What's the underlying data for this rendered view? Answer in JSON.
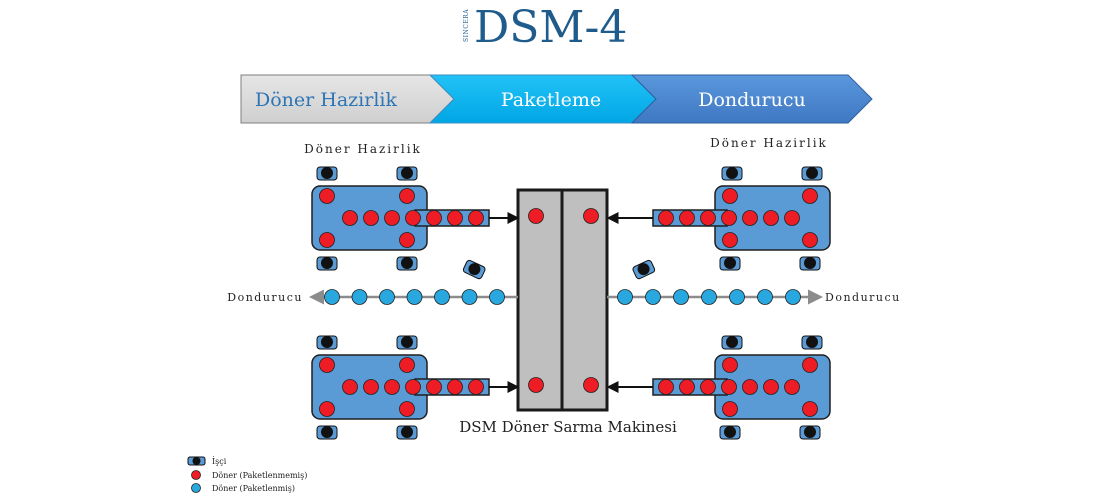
{
  "header": {
    "brand_small": "SINCERA",
    "title": "DSM-4"
  },
  "process_steps": [
    {
      "label": "Döner Hazirlik",
      "fill": "#d9d9d9",
      "text_color": "#2e75b6"
    },
    {
      "label": "Paketleme",
      "fill": "#00b0f0",
      "text_color": "#ffffff"
    },
    {
      "label": "Dondurucu",
      "fill": "#4a86d0",
      "text_color": "#ffffff"
    }
  ],
  "stations": {
    "left_title": "Döner Hazirlik",
    "right_title": "Döner Hazirlik"
  },
  "conveyor": {
    "left_label": "Dondurucu",
    "right_label": "Dondurucu"
  },
  "machine": {
    "label": "DSM Döner Sarma Makinesi"
  },
  "legend": {
    "items": [
      {
        "label": "İşçi",
        "icon": "worker-icon"
      },
      {
        "label": "Döner (Paketlenmemiş)",
        "icon": "red-dot-icon"
      },
      {
        "label": "Döner (Paketlenmiş)",
        "icon": "blue-dot-icon"
      }
    ]
  },
  "colors": {
    "table_fill": "#5b9bd5",
    "table_stroke": "#1f1f1f",
    "doner_unpacked": "#ee1c24",
    "doner_packed": "#29a8e0",
    "machine_fill": "#bfbfbf",
    "conveyor_line": "#8c8c8c",
    "title_color": "#1f5c8b"
  }
}
